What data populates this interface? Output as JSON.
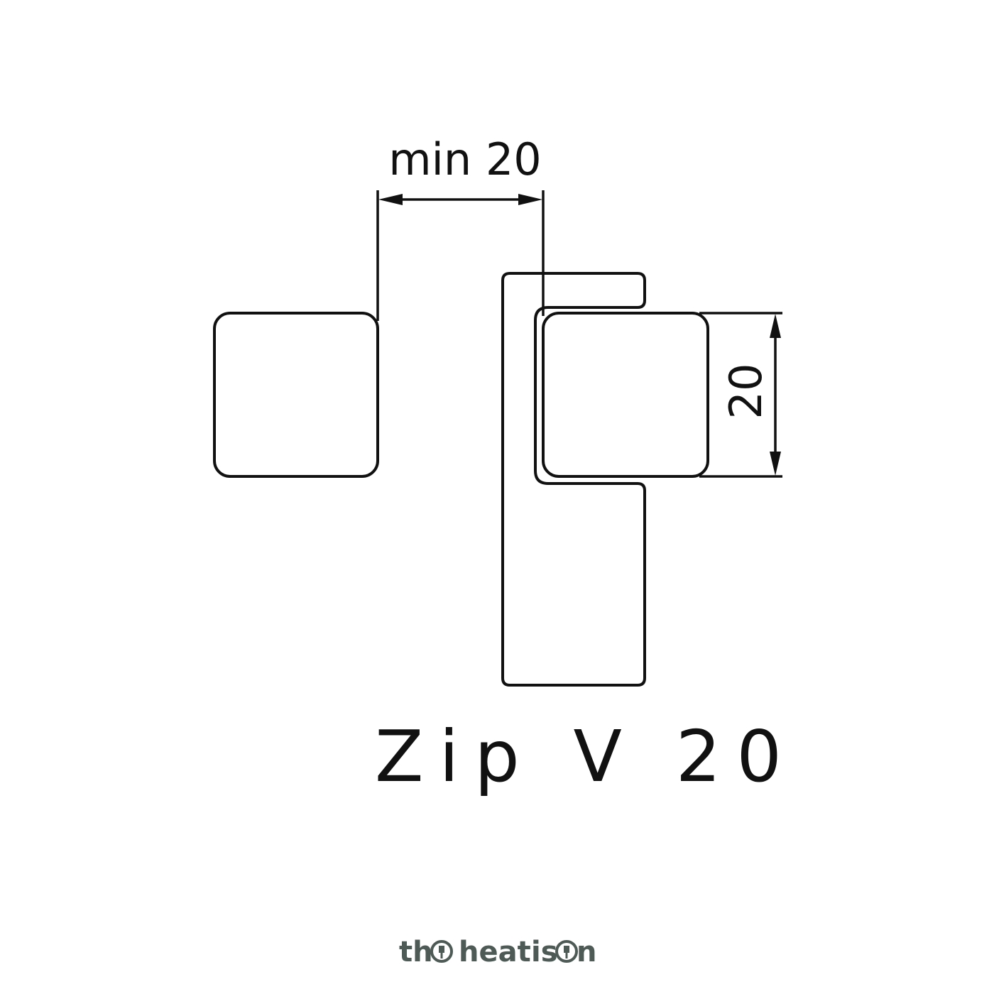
{
  "diagram": {
    "dimension_width_label": "min 20",
    "dimension_height_label": "20",
    "model_label": "Zip V 20"
  },
  "brand": {
    "word1_start": "th",
    "word2": "heat",
    "word3_start": "is",
    "word3_end": "n",
    "color": "#4d5a55"
  },
  "colors": {
    "line": "#111111",
    "background": "#ffffff"
  }
}
